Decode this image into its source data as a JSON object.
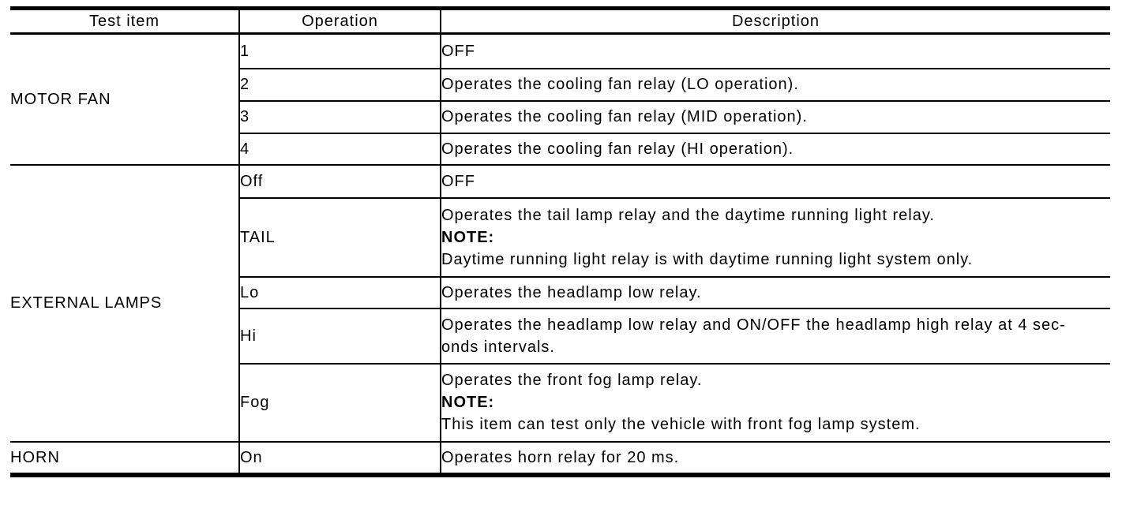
{
  "table": {
    "headers": [
      "Test item",
      "Operation",
      "Description"
    ],
    "groups": [
      {
        "test_item": "MOTOR FAN",
        "rows": [
          {
            "operation": "1",
            "description_lines": [
              "OFF"
            ]
          },
          {
            "operation": "2",
            "description_lines": [
              "Operates the cooling fan relay (LO operation)."
            ]
          },
          {
            "operation": "3",
            "description_lines": [
              "Operates the cooling fan relay (MID operation)."
            ]
          },
          {
            "operation": "4",
            "description_lines": [
              "Operates the cooling fan relay (HI operation)."
            ]
          }
        ]
      },
      {
        "test_item": "EXTERNAL LAMPS",
        "rows": [
          {
            "operation": "Off",
            "description_lines": [
              "OFF"
            ]
          },
          {
            "operation": "TAIL",
            "description_lines": [
              "Operates the tail lamp relay and the daytime running light relay.",
              "NOTE:",
              "Daytime running light relay is with daytime running light system only."
            ]
          },
          {
            "operation": "Lo",
            "description_lines": [
              "Operates the headlamp low relay."
            ]
          },
          {
            "operation": "Hi",
            "description_lines": [
              "Operates the headlamp low relay and ON/OFF the headlamp high relay at 4 sec-",
              "onds intervals."
            ]
          },
          {
            "operation": "Fog",
            "description_lines": [
              "Operates the front fog lamp relay.",
              "NOTE:",
              "This item can test only the vehicle with front fog lamp system."
            ]
          }
        ]
      },
      {
        "test_item": "HORN",
        "rows": [
          {
            "operation": "On",
            "description_lines": [
              "Operates horn relay for 20 ms."
            ]
          }
        ]
      }
    ]
  }
}
